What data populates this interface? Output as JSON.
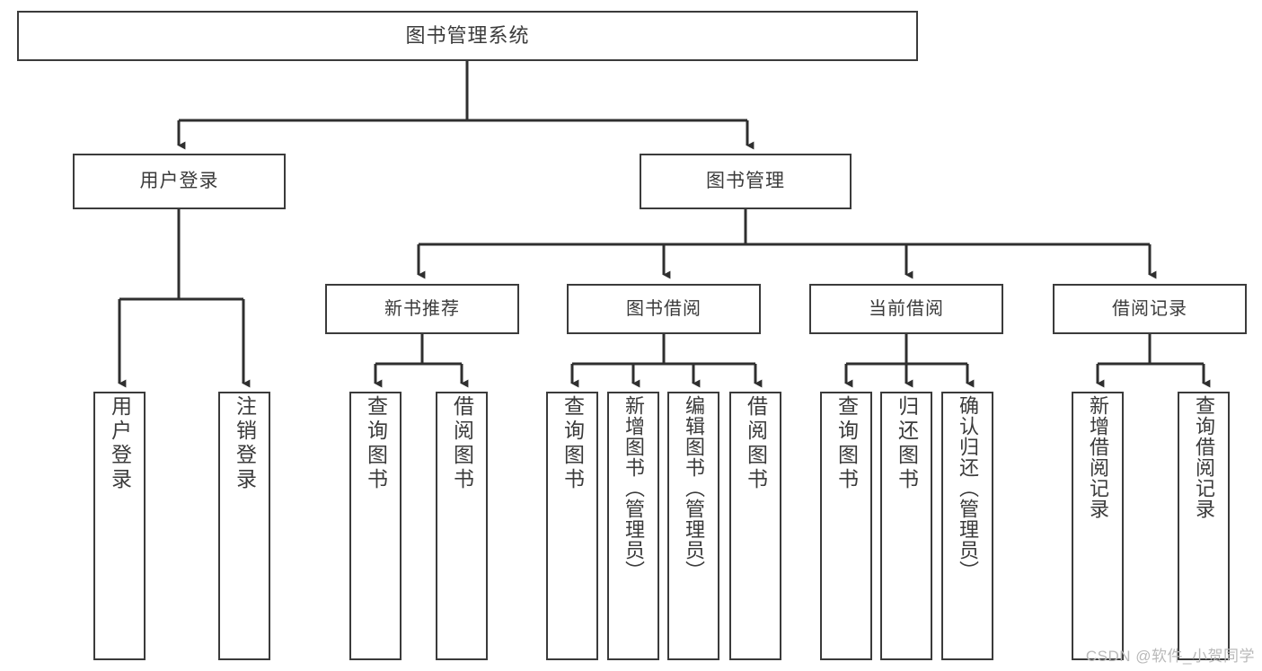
{
  "diagram": {
    "title": "图书管理系统",
    "watermark": "CSDN @软件_小贺同学",
    "colors": {
      "stroke": "#3b3b3b",
      "fill": "#ffffff",
      "watermark": "#b9b9b9"
    },
    "nodes": {
      "root": {
        "label": "图书管理系统"
      },
      "level1": [
        {
          "label": "用户登录"
        },
        {
          "label": "图书管理"
        }
      ],
      "level2": [
        {
          "label": "新书推荐"
        },
        {
          "label": "图书借阅"
        },
        {
          "label": "当前借阅"
        },
        {
          "label": "借阅记录"
        }
      ],
      "leaves_user_login": [
        {
          "label": "用户登录"
        },
        {
          "label": "注销登录"
        }
      ],
      "leaves_new_book": [
        {
          "label": "查询图书"
        },
        {
          "label": "借阅图书"
        }
      ],
      "leaves_borrow": [
        {
          "label": "查询图书"
        },
        {
          "label": "新增图书（管理员）"
        },
        {
          "label": "编辑图书（管理员）"
        },
        {
          "label": "借阅图书"
        }
      ],
      "leaves_current": [
        {
          "label": "查询图书"
        },
        {
          "label": "归还图书"
        },
        {
          "label": "确认归还（管理员）"
        }
      ],
      "leaves_records": [
        {
          "label": "新增借阅记录"
        },
        {
          "label": "查询借阅记录"
        }
      ]
    },
    "edges": [
      {
        "from": "图书管理系统",
        "to": "用户登录"
      },
      {
        "from": "图书管理系统",
        "to": "图书管理"
      },
      {
        "from": "用户登录",
        "to": "用户登录"
      },
      {
        "from": "用户登录",
        "to": "注销登录"
      },
      {
        "from": "图书管理",
        "to": "新书推荐"
      },
      {
        "from": "图书管理",
        "to": "图书借阅"
      },
      {
        "from": "图书管理",
        "to": "当前借阅"
      },
      {
        "from": "图书管理",
        "to": "借阅记录"
      },
      {
        "from": "新书推荐",
        "to": "查询图书"
      },
      {
        "from": "新书推荐",
        "to": "借阅图书"
      },
      {
        "from": "图书借阅",
        "to": "查询图书"
      },
      {
        "from": "图书借阅",
        "to": "新增图书（管理员）"
      },
      {
        "from": "图书借阅",
        "to": "编辑图书（管理员）"
      },
      {
        "from": "图书借阅",
        "to": "借阅图书"
      },
      {
        "from": "当前借阅",
        "to": "查询图书"
      },
      {
        "from": "当前借阅",
        "to": "归还图书"
      },
      {
        "from": "当前借阅",
        "to": "确认归还（管理员）"
      },
      {
        "from": "借阅记录",
        "to": "新增借阅记录"
      },
      {
        "from": "借阅记录",
        "to": "查询借阅记录"
      }
    ]
  }
}
